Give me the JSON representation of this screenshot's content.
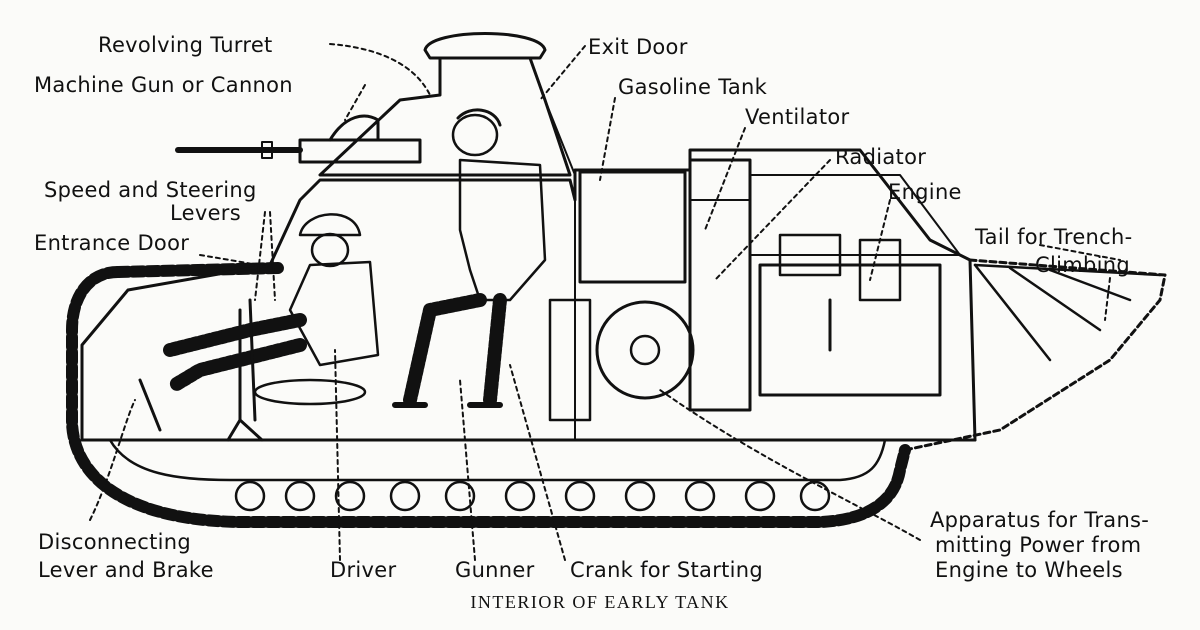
{
  "labels": {
    "revolving_turret": "Revolving Turret",
    "machine_gun": "Machine Gun or Cannon",
    "speed_steering_1": "Speed and Steering",
    "speed_steering_2": "Levers",
    "entrance_door": "Entrance Door",
    "exit_door": "Exit Door",
    "gasoline_tank": "Gasoline Tank",
    "ventilator": "Ventilator",
    "radiator": "Radiator",
    "engine": "Engine",
    "tail_1": "Tail for Trench-",
    "tail_2": "Climbing",
    "disconnecting_1": "Disconnecting",
    "disconnecting_2": "Lever and Brake",
    "driver": "Driver",
    "gunner": "Gunner",
    "crank": "Crank for Starting",
    "apparatus_1": "Apparatus for Trans-",
    "apparatus_2": "mitting Power from",
    "apparatus_3": "Engine to Wheels"
  },
  "caption": "INTERIOR OF EARLY TANK",
  "colors": {
    "ink": "#111111",
    "paper": "#fbfbf9"
  }
}
